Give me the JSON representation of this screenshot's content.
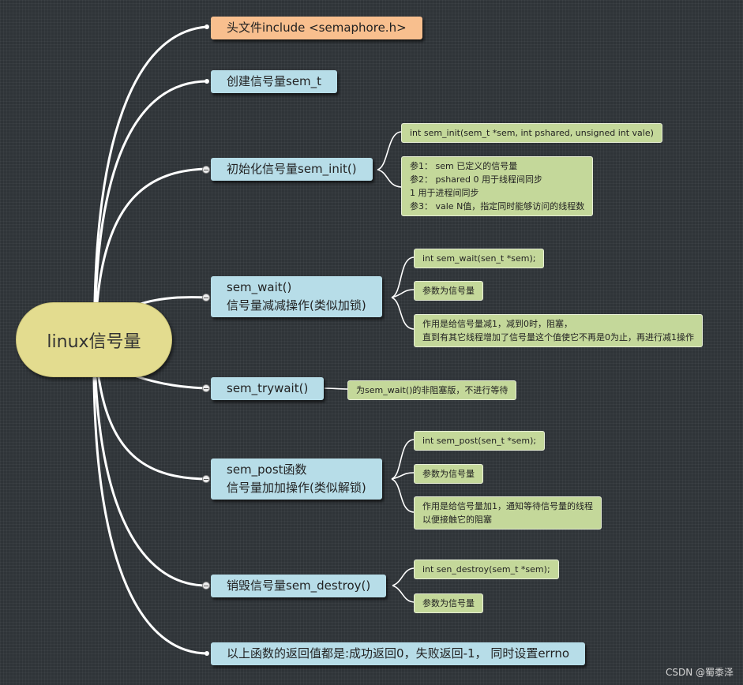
{
  "root": {
    "label": "linux信号量"
  },
  "branches": {
    "include": "头文件include <semaphore.h>",
    "create": "创建信号量sem_t",
    "init": {
      "label": "初始化信号量sem_init()",
      "signature": "int sem_init(sem_t *sem, int pshared, unsigned int vale)",
      "params": [
        "参1： sem 已定义的信号量",
        "参2： pshared 0 用于线程间同步",
        "1 用于进程间同步",
        "参3： vale N值，指定同时能够访问的线程数"
      ]
    },
    "wait": {
      "label_line1": "sem_wait()",
      "label_line2": "信号量减减操作(类似加锁)",
      "signature": "int sem_wait(sen_t *sem);",
      "param": "参数为信号量",
      "effect_line1": "作用是给信号量减1，减到0时，阻塞，",
      "effect_line2": "直到有其它线程增加了信号量这个值使它不再是0为止，再进行减1操作"
    },
    "trywait": {
      "label": "sem_trywait()",
      "note": "为sem_wait()的非阻塞版，不进行等待"
    },
    "post": {
      "label_line1": "sem_post函数",
      "label_line2": "信号量加加操作(类似解锁)",
      "signature": "int sem_post(sen_t *sem);",
      "param": "参数为信号量",
      "effect_line1": "作用是给信号量加1，通知等待信号量的线程",
      "effect_line2": "以便接触它的阻塞"
    },
    "destroy": {
      "label": "销毁信号量sem_destroy()",
      "signature": "int sen_destroy(sem_t *sem);",
      "param": "参数为信号量"
    },
    "returns": "以上函数的返回值都是:成功返回0，失败返回-1， 同时设置errno"
  },
  "watermark": "CSDN @蜀黍泽",
  "colors": {
    "background": "#2f3438",
    "root": "#e3dc8f",
    "level1": "#b7dde8",
    "level1_highlight": "#f8bf8e",
    "level2": "#c4d89a",
    "edge": "#ffffff"
  }
}
